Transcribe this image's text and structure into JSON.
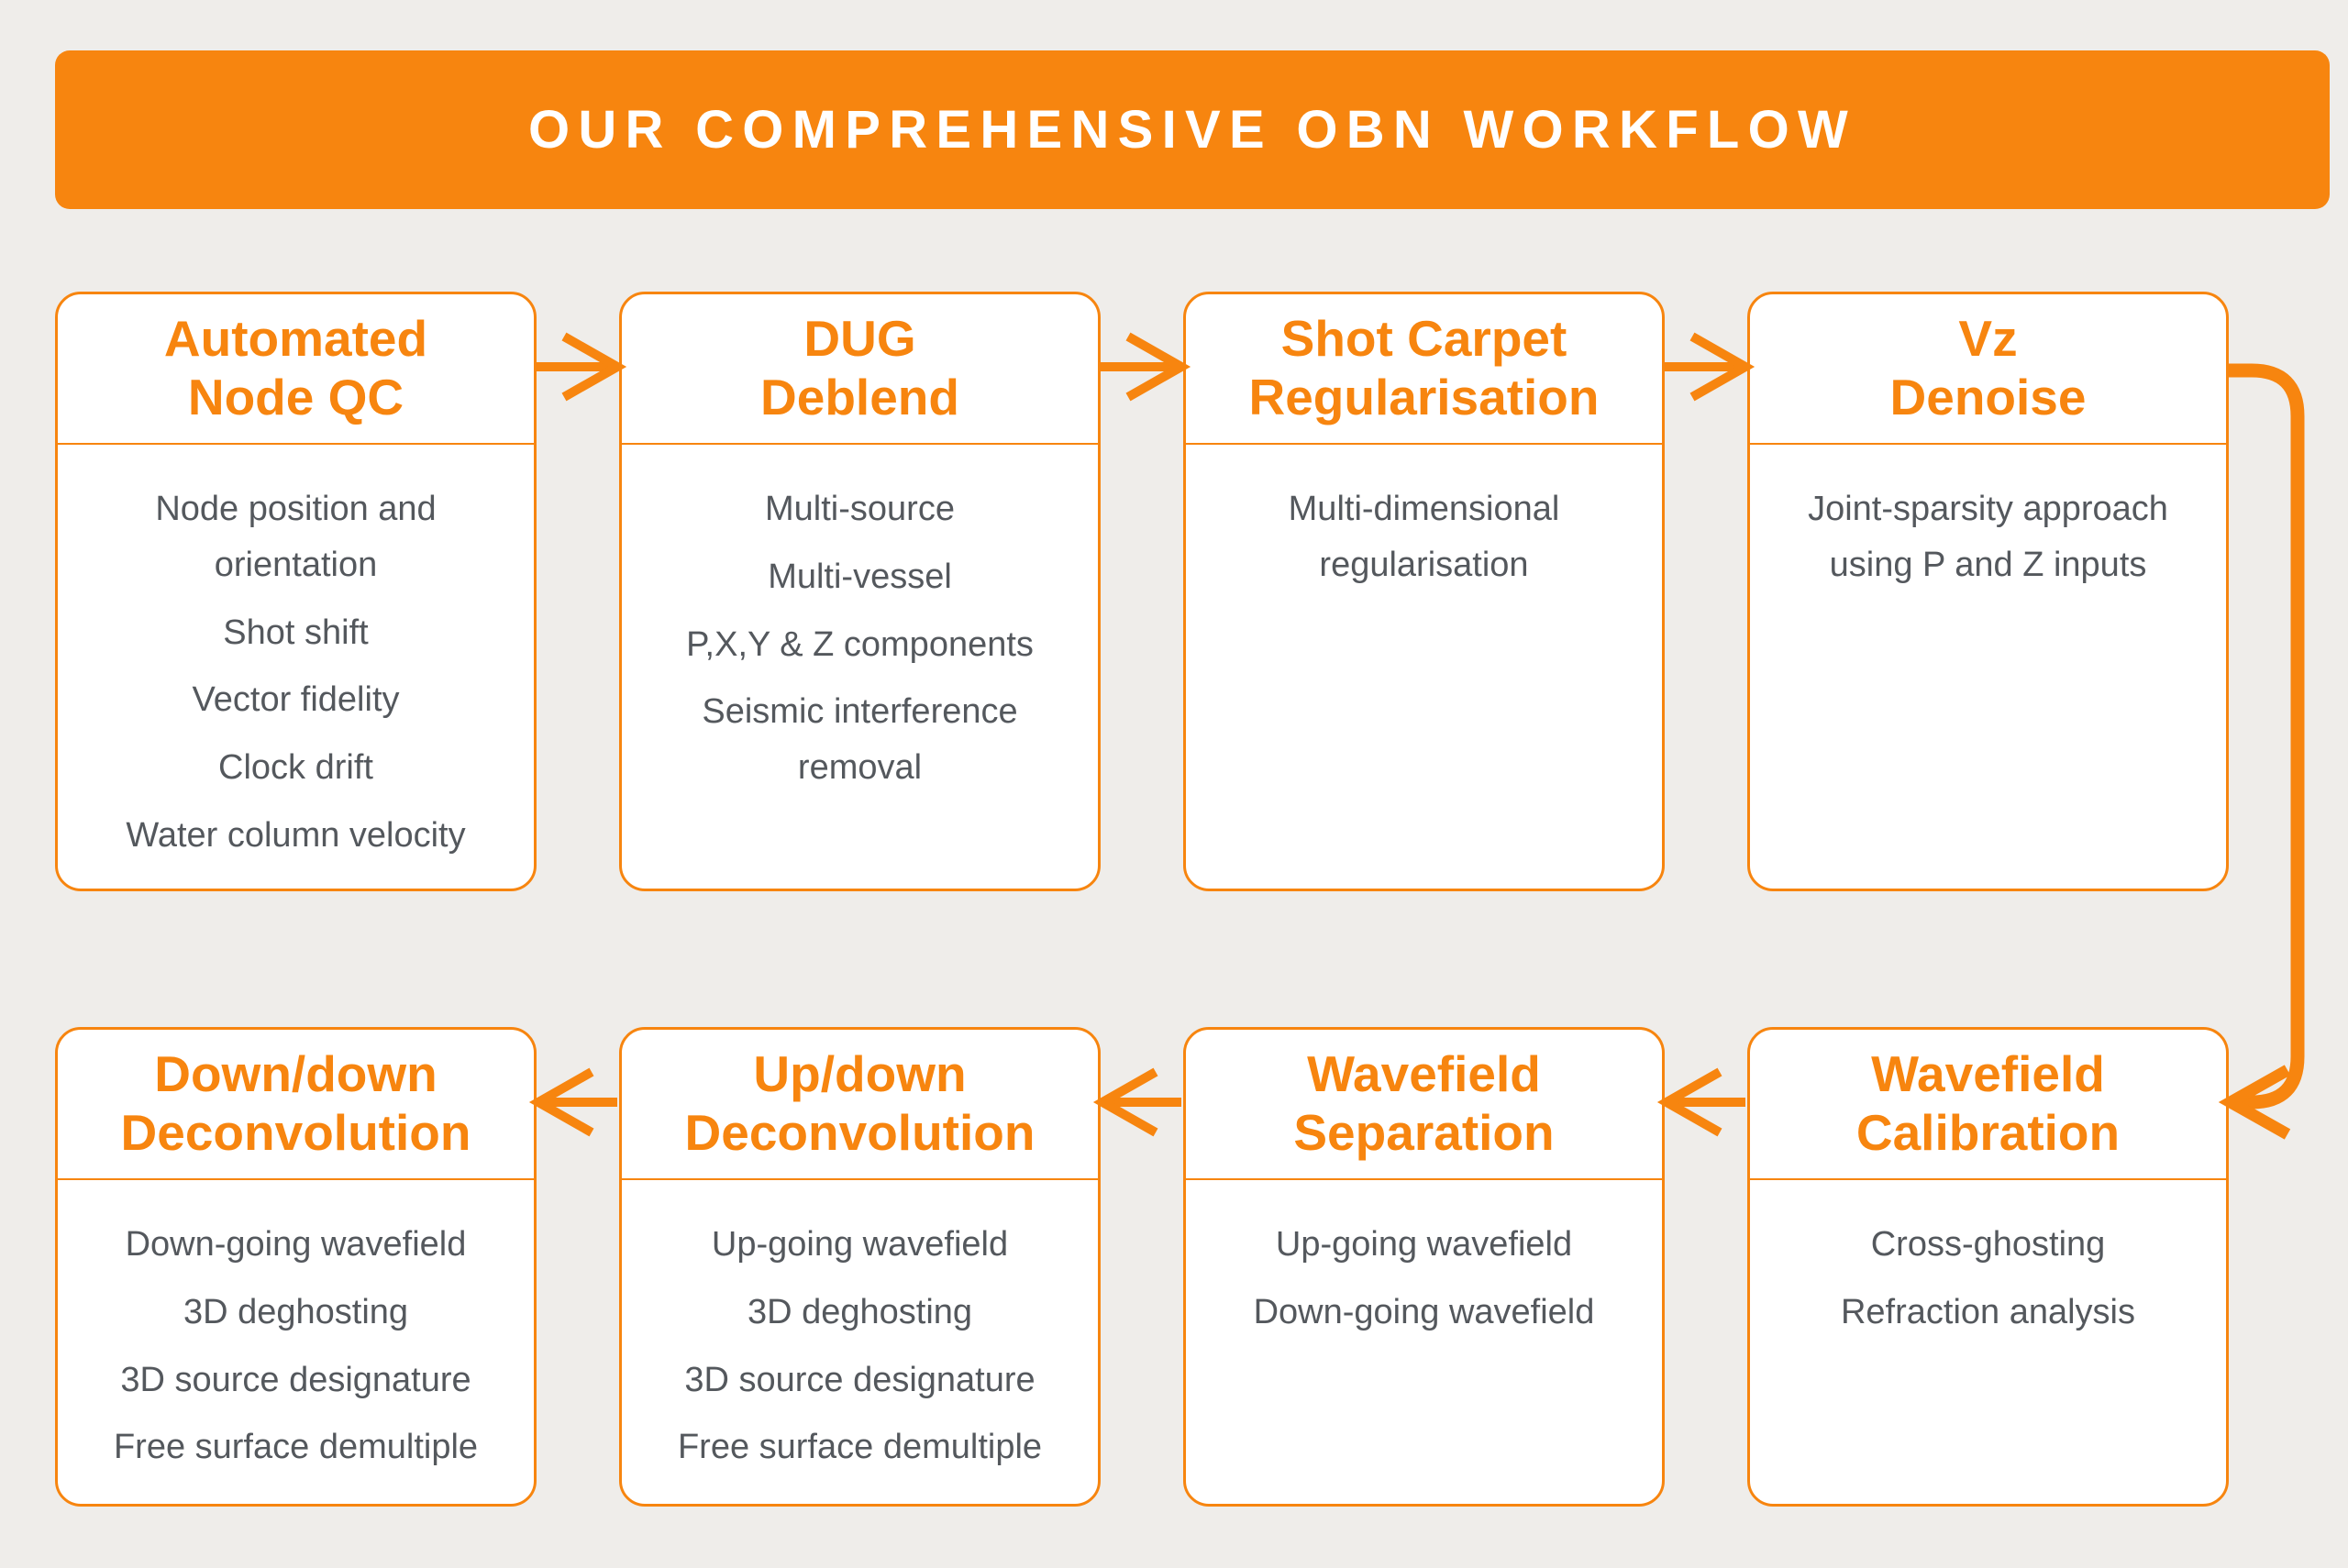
{
  "colors": {
    "accent": "#F7850F",
    "background": "#EFEDEA",
    "box_bg": "#FFFFFF",
    "item_text": "#54585D",
    "header_text": "#FFFFFF"
  },
  "header": {
    "title": "OUR COMPREHENSIVE OBN WORKFLOW"
  },
  "rows": [
    {
      "boxes": [
        {
          "title": "Automated\nNode QC",
          "items": [
            "Node position and orientation",
            "Shot shift",
            "Vector fidelity",
            "Clock drift",
            "Water column velocity"
          ]
        },
        {
          "title": "DUG\nDeblend",
          "items": [
            "Multi-source",
            "Multi-vessel",
            "P,X,Y & Z components",
            "Seismic interference removal"
          ]
        },
        {
          "title": "Shot Carpet\nRegularisation",
          "items": [
            "Multi-dimensional regularisation"
          ]
        },
        {
          "title": "Vz\nDenoise",
          "items": [
            "Joint-sparsity approach using P and Z inputs"
          ]
        }
      ]
    },
    {
      "boxes": [
        {
          "title": "Down/down\nDeconvolution",
          "items": [
            "Down-going wavefield",
            "3D deghosting",
            "3D source designature",
            "Free surface demultiple"
          ]
        },
        {
          "title": "Up/down\nDeconvolution",
          "items": [
            "Up-going wavefield",
            "3D deghosting",
            "3D source designature",
            "Free surface demultiple"
          ]
        },
        {
          "title": "Wavefield\nSeparation",
          "items": [
            "Up-going wavefield",
            "Down-going wavefield"
          ]
        },
        {
          "title": "Wavefield\nCalibration",
          "items": [
            "Cross-ghosting",
            "Refraction analysis"
          ]
        }
      ]
    }
  ]
}
